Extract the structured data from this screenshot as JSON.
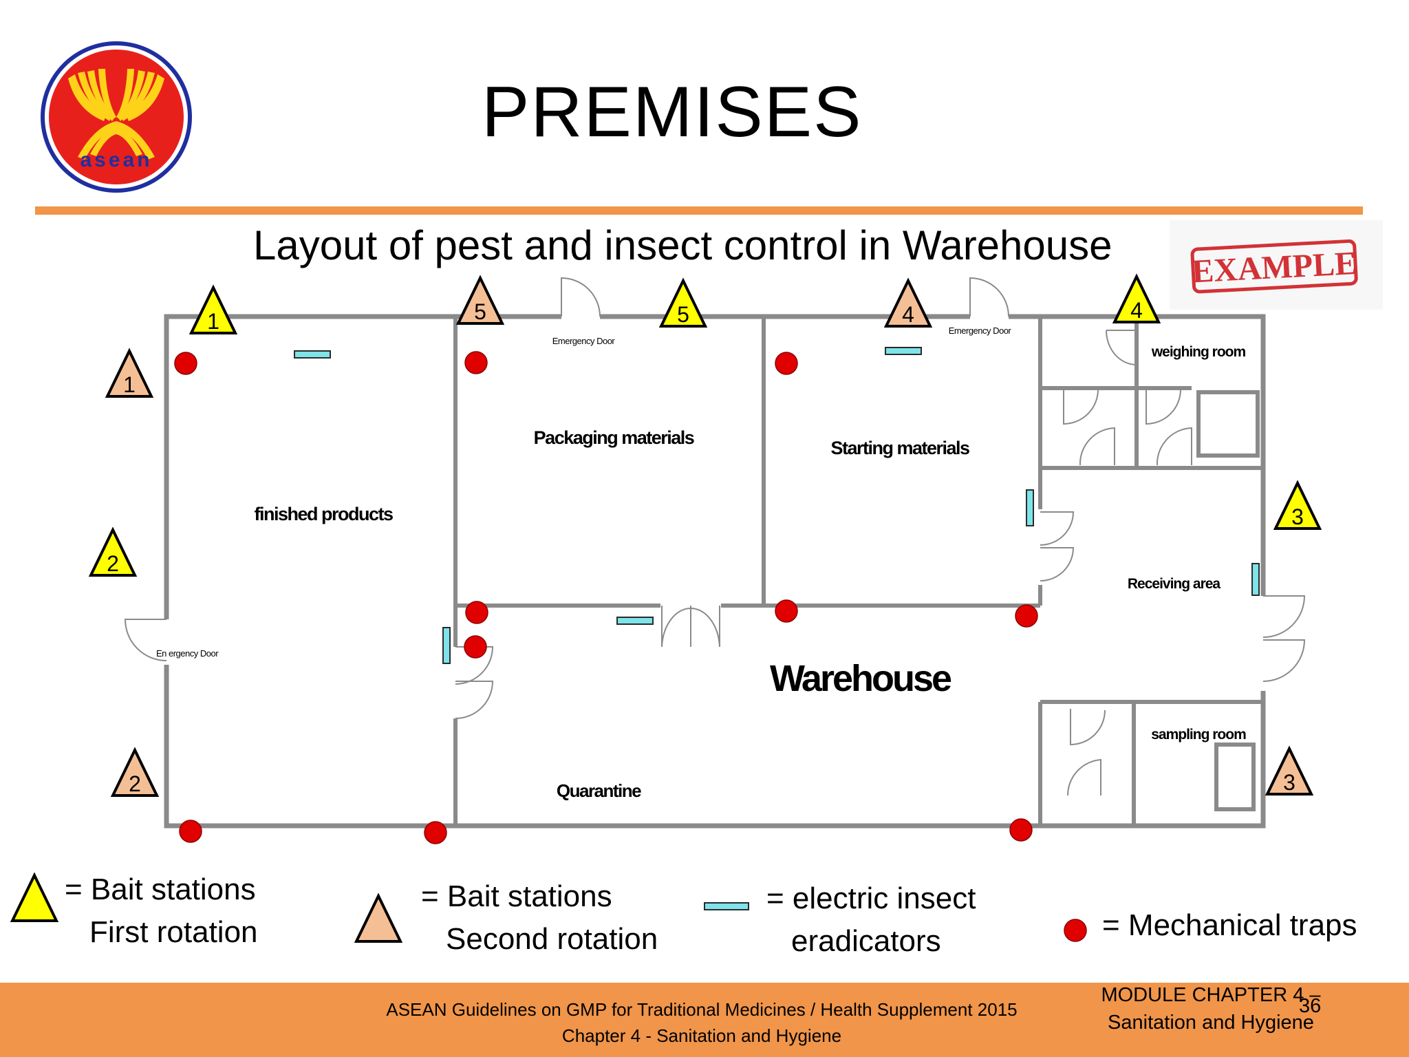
{
  "slide": {
    "title": "PREMISES",
    "subtitle": "Layout of  pest and insect control in Warehouse",
    "stamp": "EXAMPLE",
    "logo_text": "asean"
  },
  "rooms": {
    "finished_products": "finished products",
    "packaging_materials": "Packaging materials",
    "starting_materials": "Starting materials",
    "weighing_room": "weighing room",
    "receiving_area": "Receiving area",
    "warehouse": "Warehouse",
    "sampling_room": "sampling room",
    "quarantine": "Quarantine",
    "emergency_door": "Emergency Door",
    "emergency_door_left": "En ergency Door"
  },
  "bait_stations": [
    {
      "label": "1",
      "rotation": "first"
    },
    {
      "label": "1",
      "rotation": "second"
    },
    {
      "label": "2",
      "rotation": "first"
    },
    {
      "label": "2",
      "rotation": "second"
    },
    {
      "label": "5",
      "rotation": "second"
    },
    {
      "label": "5",
      "rotation": "first"
    },
    {
      "label": "4",
      "rotation": "second"
    },
    {
      "label": "4",
      "rotation": "first"
    },
    {
      "label": "3",
      "rotation": "first"
    },
    {
      "label": "3",
      "rotation": "second"
    }
  ],
  "legend": {
    "first_rotation_line1": "= Bait stations",
    "first_rotation_line2": "First rotation",
    "second_rotation_line1": "= Bait stations",
    "second_rotation_line2": "Second rotation",
    "eradicator_line1": "= electric insect",
    "eradicator_line2": "eradicators",
    "traps": "= Mechanical traps"
  },
  "colors": {
    "first_rotation": "#ffff00",
    "second_rotation": "#f5bf95",
    "eradicator": "#7fe3ea",
    "trap": "#e00000",
    "accent": "#f0954a"
  },
  "footer": {
    "line1": "ASEAN Guidelines on GMP for Traditional Medicines / Health Supplement 2015",
    "line2": "Chapter 4 - Sanitation and Hygiene",
    "module_line1": "MODULE CHAPTER 4 –",
    "module_line2": "Sanitation and Hygiene",
    "page": "36"
  }
}
